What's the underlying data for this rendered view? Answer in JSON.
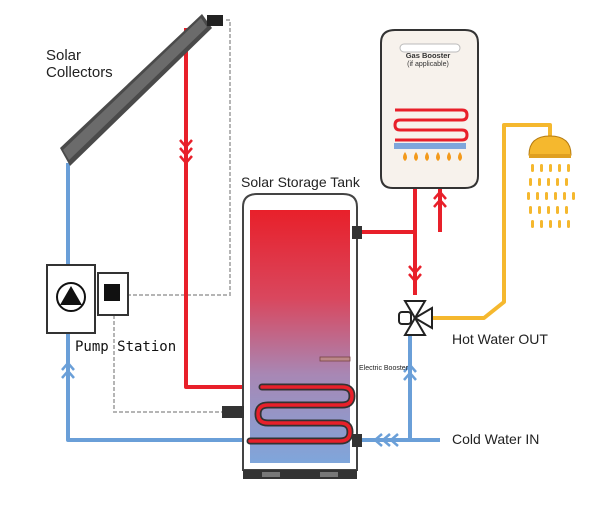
{
  "labels": {
    "solar_collectors": [
      "Solar",
      "Collectors"
    ],
    "solar_storage_tank": "Solar Storage Tank",
    "pump_station": "Pump Station",
    "electric_booster": "Electric Booster",
    "gas_booster": "Gas Booster",
    "gas_booster_note": "(if applicable)",
    "hot_water_out": "Hot Water OUT",
    "cold_water_in": "Cold Water IN"
  },
  "colors": {
    "hot_pipe": "#e8202a",
    "cold_pipe": "#6a9fd8",
    "shower_pipe": "#f5b82e",
    "control_wire": "#b5b5b5",
    "tank_top": "#e8202a",
    "tank_bottom": "#7fa6db",
    "outline": "#333333",
    "flame": "#f39a1c"
  }
}
